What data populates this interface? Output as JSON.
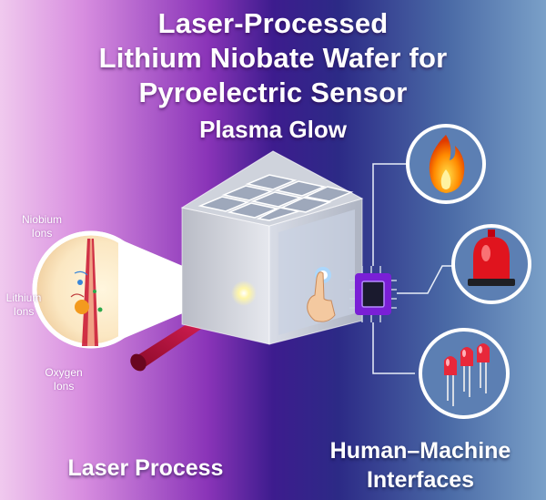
{
  "title_lines": [
    "Laser-Processed",
    "Lithium Niobate Wafer for",
    "Pyroelectric Sensor"
  ],
  "subtitle": "Plasma Glow",
  "ion_labels": {
    "niobium": [
      "Niobium",
      "Ions"
    ],
    "lithium": [
      "Lithium",
      "Ions"
    ],
    "oxygen": [
      "Oxygen",
      "Ions"
    ]
  },
  "footer_left": "Laser Process",
  "footer_right": [
    "Human–Machine",
    "Interfaces"
  ],
  "icons": [
    "flame-icon",
    "alarm-beacon-icon",
    "led-icon",
    "finger-touch-icon",
    "chip-icon",
    "laser-beam-icon"
  ],
  "colors": {
    "left_background": "#c06bd0",
    "center_background": "#3a1f8a",
    "right_background": "#4d6ea3",
    "flame": "#ff7a00",
    "alarm": "#e0141e",
    "led": "#e8283a",
    "chip_frame": "#7a1fd6"
  }
}
